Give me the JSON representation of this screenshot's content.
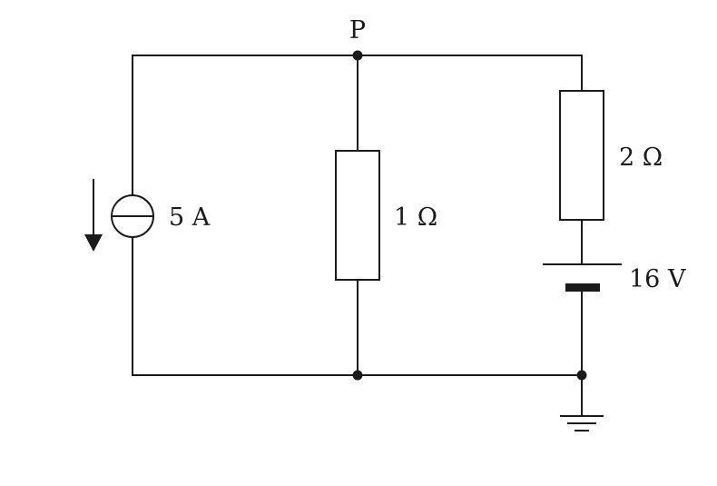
{
  "node_label": "P",
  "current_source": {
    "label": "5 A"
  },
  "resistor_middle": {
    "label": "1 Ω"
  },
  "resistor_right": {
    "label": "2 Ω"
  },
  "battery": {
    "label": "16 V"
  },
  "colors": {
    "ink": "#1a1a1a",
    "background": "#ffffff"
  }
}
